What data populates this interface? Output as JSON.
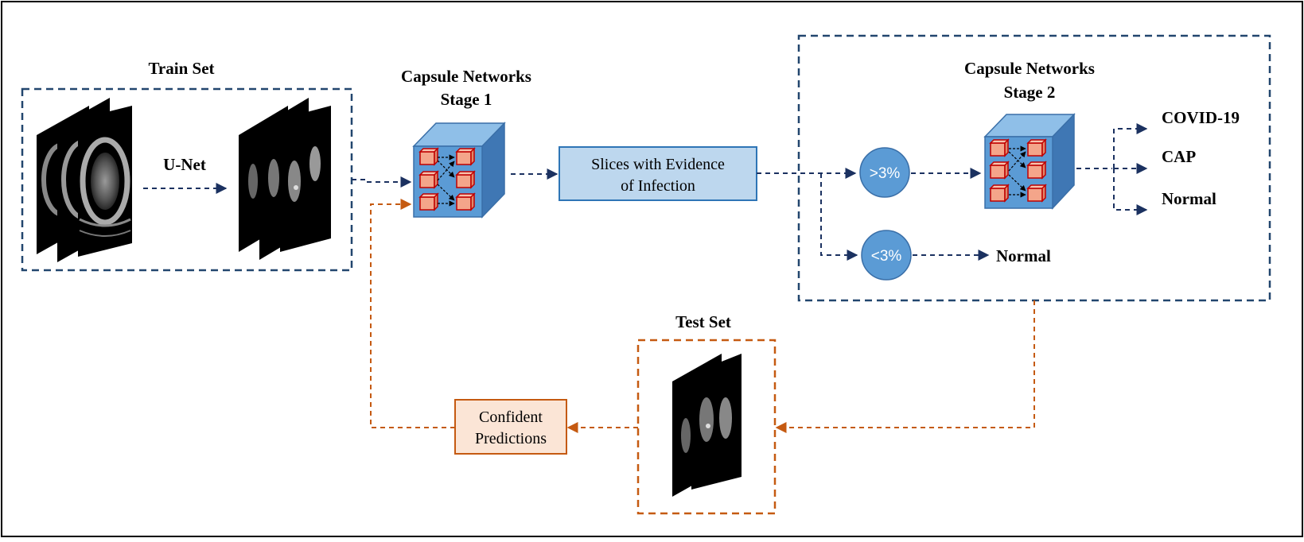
{
  "labels": {
    "train_set": "Train Set",
    "unet": "U-Net",
    "stage1_line1": "Capsule Networks",
    "stage1_line2": "Stage 1",
    "slices_line1": "Slices with Evidence",
    "slices_line2": "of Infection",
    "stage2_line1": "Capsule Networks",
    "stage2_line2": "Stage 2",
    "gt3": ">3%",
    "lt3": "<3%",
    "covid": "COVID-19",
    "cap": "CAP",
    "normal_stage2": "Normal",
    "normal_lt3": "Normal",
    "test_set": "Test Set",
    "confident_line1": "Confident",
    "confident_line2": "Predictions"
  },
  "colors": {
    "navy": "#1b3160",
    "dash_blue": "#22466e",
    "orange": "#c55a11",
    "cube_front": "#5b9bd5",
    "cube_top": "#8fbfe8",
    "cube_side": "#3f77b4",
    "mini_cube": "#f4a58a",
    "mini_cube_stroke": "#c00000",
    "slices_box": "#bdd7ee",
    "slices_border": "#2e75b6",
    "confident_box": "#fbe5d6",
    "confident_border": "#c55a11",
    "circle": "#5b9bd5"
  },
  "icons": {
    "capsule": "capsule-cube-icon",
    "ct_scan": "ct-scan-slice-icon",
    "lung_mask": "lung-mask-slice-icon"
  }
}
